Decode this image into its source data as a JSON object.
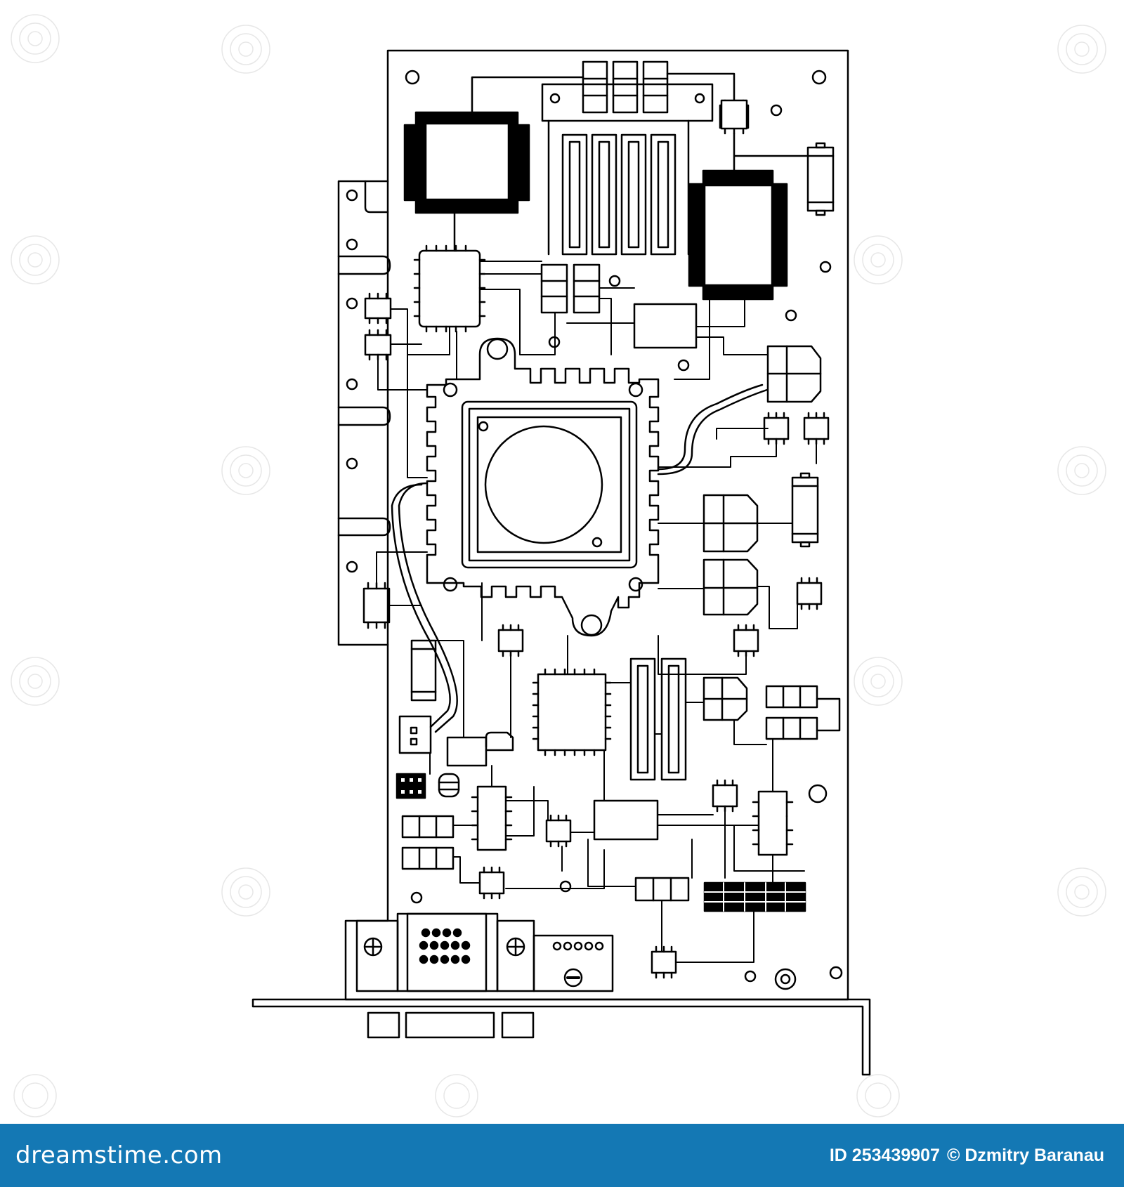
{
  "footer": {
    "brand": "dreamstime.com",
    "image_id": "ID 253439907",
    "author": "© Dzmitry Baranau"
  },
  "colors": {
    "line": "#000000",
    "background": "#ffffff",
    "footer_bar": "#1478b4",
    "footer_text": "#ffffff"
  },
  "watermark_brand": "dreamstime.com"
}
